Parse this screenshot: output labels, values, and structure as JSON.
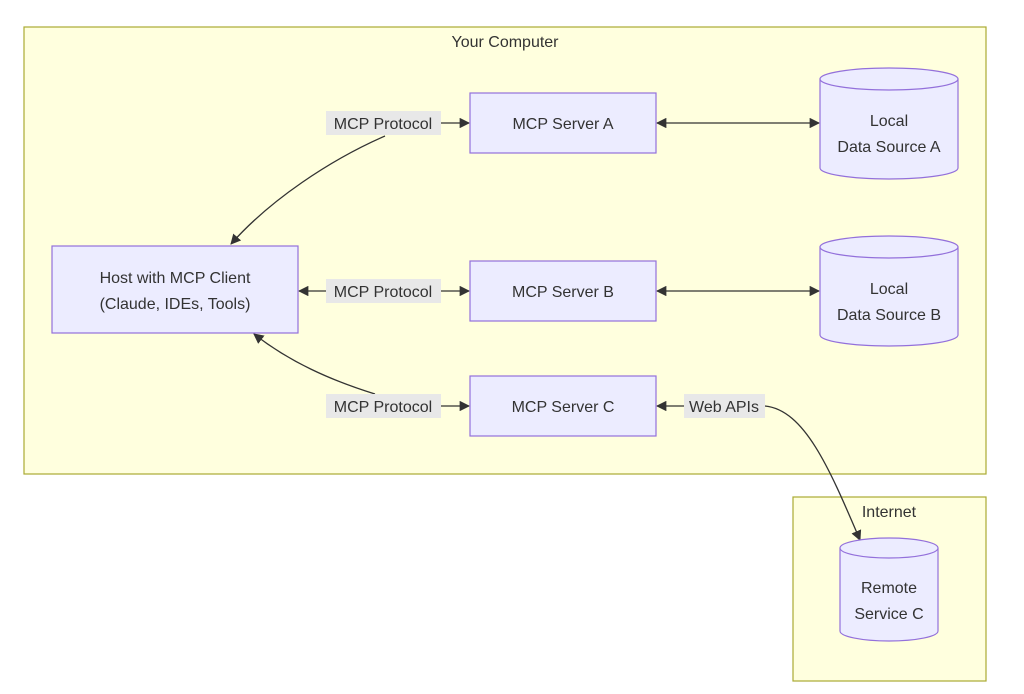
{
  "clusters": {
    "computer": {
      "title": "Your Computer"
    },
    "internet": {
      "title": "Internet"
    }
  },
  "nodes": {
    "host": {
      "line1": "Host with MCP Client",
      "line2": "(Claude, IDEs, Tools)"
    },
    "server_a": {
      "label": "MCP Server A"
    },
    "server_b": {
      "label": "MCP Server B"
    },
    "server_c": {
      "label": "MCP Server C"
    },
    "data_a": {
      "line1": "Local",
      "line2": "Data Source A"
    },
    "data_b": {
      "line1": "Local",
      "line2": "Data Source B"
    },
    "remote_c": {
      "line1": "Remote",
      "line2": "Service C"
    }
  },
  "edges": {
    "host_a": {
      "label": "MCP Protocol"
    },
    "host_b": {
      "label": "MCP Protocol"
    },
    "host_c": {
      "label": "MCP Protocol"
    },
    "c_remote": {
      "label": "Web APIs"
    }
  },
  "colors": {
    "cluster_fill": "#ffffde",
    "cluster_stroke": "#aaaa33",
    "node_fill": "#ececff",
    "node_stroke": "#9370db",
    "edge": "#333333",
    "edge_label_bg": "#e8e8e8"
  }
}
